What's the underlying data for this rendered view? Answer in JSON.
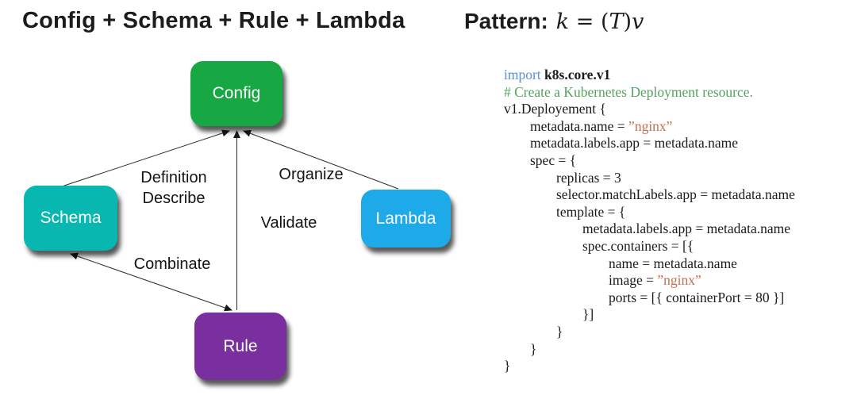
{
  "left": {
    "title": "Config + Schema + Rule + Lambda",
    "nodes": [
      {
        "id": "config",
        "label": "Config",
        "color": "#17a843"
      },
      {
        "id": "schema",
        "label": "Schema",
        "color": "#08b7af"
      },
      {
        "id": "lambda",
        "label": "Lambda",
        "color": "#1ea9e9"
      },
      {
        "id": "rule",
        "label": "Rule",
        "color": "#7a2f9f"
      }
    ],
    "edge_labels": {
      "definition": "Definition",
      "describe": "Describe",
      "organize": "Organize",
      "validate": "Validate",
      "combinate": "Combinate"
    }
  },
  "right": {
    "title_label": "Pattern:",
    "formula": {
      "k": "k",
      "eq": " = (",
      "T": "T",
      "close": ")",
      "v": "v"
    },
    "code": {
      "colors": {
        "keyword": "#5b8dd2",
        "comment": "#55a25f",
        "string": "#c4704f",
        "text": "#1b1b1b"
      },
      "lines": [
        {
          "indent": 0,
          "tokens": [
            {
              "text": "import ",
              "type": "keyword"
            },
            {
              "text": "k8s.core.v1",
              "type": "bold"
            }
          ]
        },
        {
          "indent": 0,
          "tokens": [
            {
              "text": "# Create a Kubernetes Deployment resource.",
              "type": "comment"
            }
          ]
        },
        {
          "indent": 0,
          "tokens": [
            {
              "text": "v1.Deployement {",
              "type": "text"
            }
          ]
        },
        {
          "indent": 1,
          "tokens": [
            {
              "text": "metadata.name = ",
              "type": "text"
            },
            {
              "text": "”nginx”",
              "type": "string"
            }
          ]
        },
        {
          "indent": 1,
          "tokens": [
            {
              "text": "metadata.labels.app = metadata.name",
              "type": "text"
            }
          ]
        },
        {
          "indent": 1,
          "tokens": [
            {
              "text": "spec = {",
              "type": "text"
            }
          ]
        },
        {
          "indent": 2,
          "tokens": [
            {
              "text": "replicas = 3",
              "type": "text"
            }
          ]
        },
        {
          "indent": 2,
          "tokens": [
            {
              "text": "selector.matchLabels.app = metadata.name",
              "type": "text"
            }
          ]
        },
        {
          "indent": 2,
          "tokens": [
            {
              "text": "template = {",
              "type": "text"
            }
          ]
        },
        {
          "indent": 3,
          "tokens": [
            {
              "text": "metadata.labels.app = metadata.name",
              "type": "text"
            }
          ]
        },
        {
          "indent": 3,
          "tokens": [
            {
              "text": "spec.containers = [{",
              "type": "text"
            }
          ]
        },
        {
          "indent": 4,
          "tokens": [
            {
              "text": "name = metadata.name",
              "type": "text"
            }
          ]
        },
        {
          "indent": 4,
          "tokens": [
            {
              "text": "image = ",
              "type": "text"
            },
            {
              "text": "”nginx”",
              "type": "string"
            }
          ]
        },
        {
          "indent": 4,
          "tokens": [
            {
              "text": "ports = [{ containerPort = 80 }]",
              "type": "text"
            }
          ]
        },
        {
          "indent": 3,
          "tokens": [
            {
              "text": "}]",
              "type": "text"
            }
          ]
        },
        {
          "indent": 2,
          "tokens": [
            {
              "text": "}",
              "type": "text"
            }
          ]
        },
        {
          "indent": 1,
          "tokens": [
            {
              "text": "}",
              "type": "text"
            }
          ]
        },
        {
          "indent": 0,
          "tokens": [
            {
              "text": "}",
              "type": "text"
            }
          ]
        }
      ]
    }
  }
}
